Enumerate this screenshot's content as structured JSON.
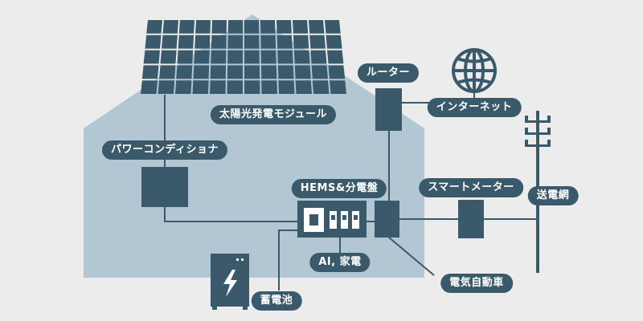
{
  "labels": {
    "solar_module": "太陽光発電モジュール",
    "power_conditioner": "パワーコンディショナ",
    "router": "ルーター",
    "internet": "インターネット",
    "hems": "HEMS&分電盤",
    "smart_meter": "スマートメーター",
    "grid": "送電網",
    "appliances": "AI, 家電",
    "battery": "蓄電池",
    "ev": "電気自動車"
  },
  "colors": {
    "background": "#ececec",
    "house": "#b2c6d3",
    "dark": "#3a5a6c",
    "line": "#3a5a6c",
    "white": "#ffffff"
  },
  "icons": {
    "internet": "globe-icon",
    "battery": "lightning-bolt-icon",
    "grid": "utility-pole-icon"
  }
}
